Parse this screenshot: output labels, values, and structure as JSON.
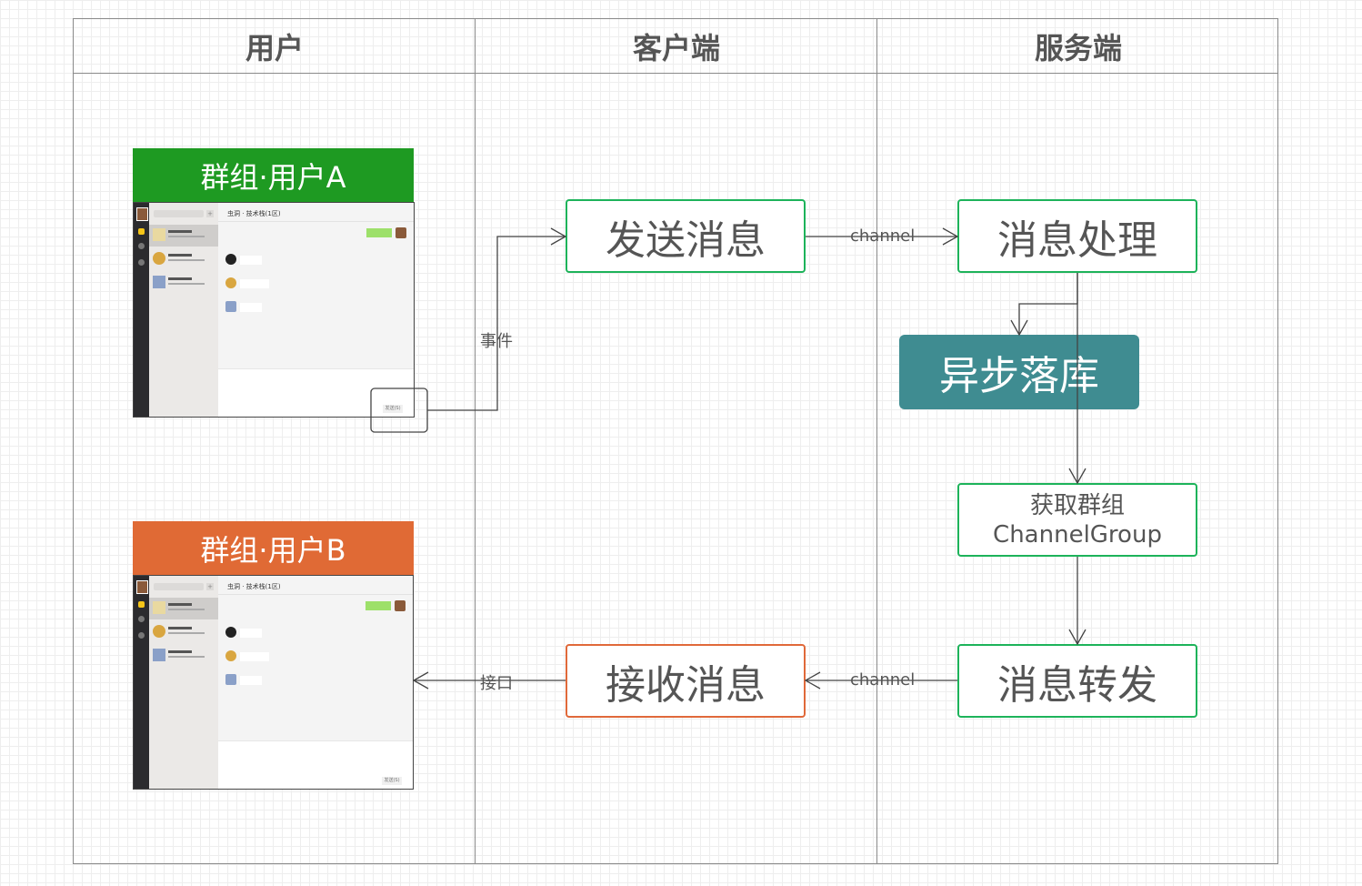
{
  "lanes": [
    {
      "title": "用户"
    },
    {
      "title": "客户端"
    },
    {
      "title": "服务端"
    }
  ],
  "user_a": {
    "banner": "群组·用户A",
    "banner_color": "#1e9a22",
    "chat_title": "虫洞 · 技术栈(1区)",
    "send_button": "发送(S)"
  },
  "user_b": {
    "banner": "群组·用户B",
    "banner_color": "#e06a35",
    "chat_title": "虫洞 · 技术栈(1区)",
    "send_button": "发送(S)"
  },
  "nodes": {
    "send_message": "发送消息",
    "receive_message": "接收消息",
    "process_message": "消息处理",
    "async_persist": "异步落库",
    "get_group_line1": "获取群组",
    "get_group_line2": "ChannelGroup",
    "forward_message": "消息转发"
  },
  "edges": {
    "event": "事件",
    "channel_top": "channel",
    "channel_bottom": "channel",
    "interface": "接口"
  },
  "colors": {
    "green_border": "#1db35a",
    "orange_border": "#e0693a",
    "teal_fill": "#3f8c91",
    "lane_line": "#8a8a8a"
  }
}
